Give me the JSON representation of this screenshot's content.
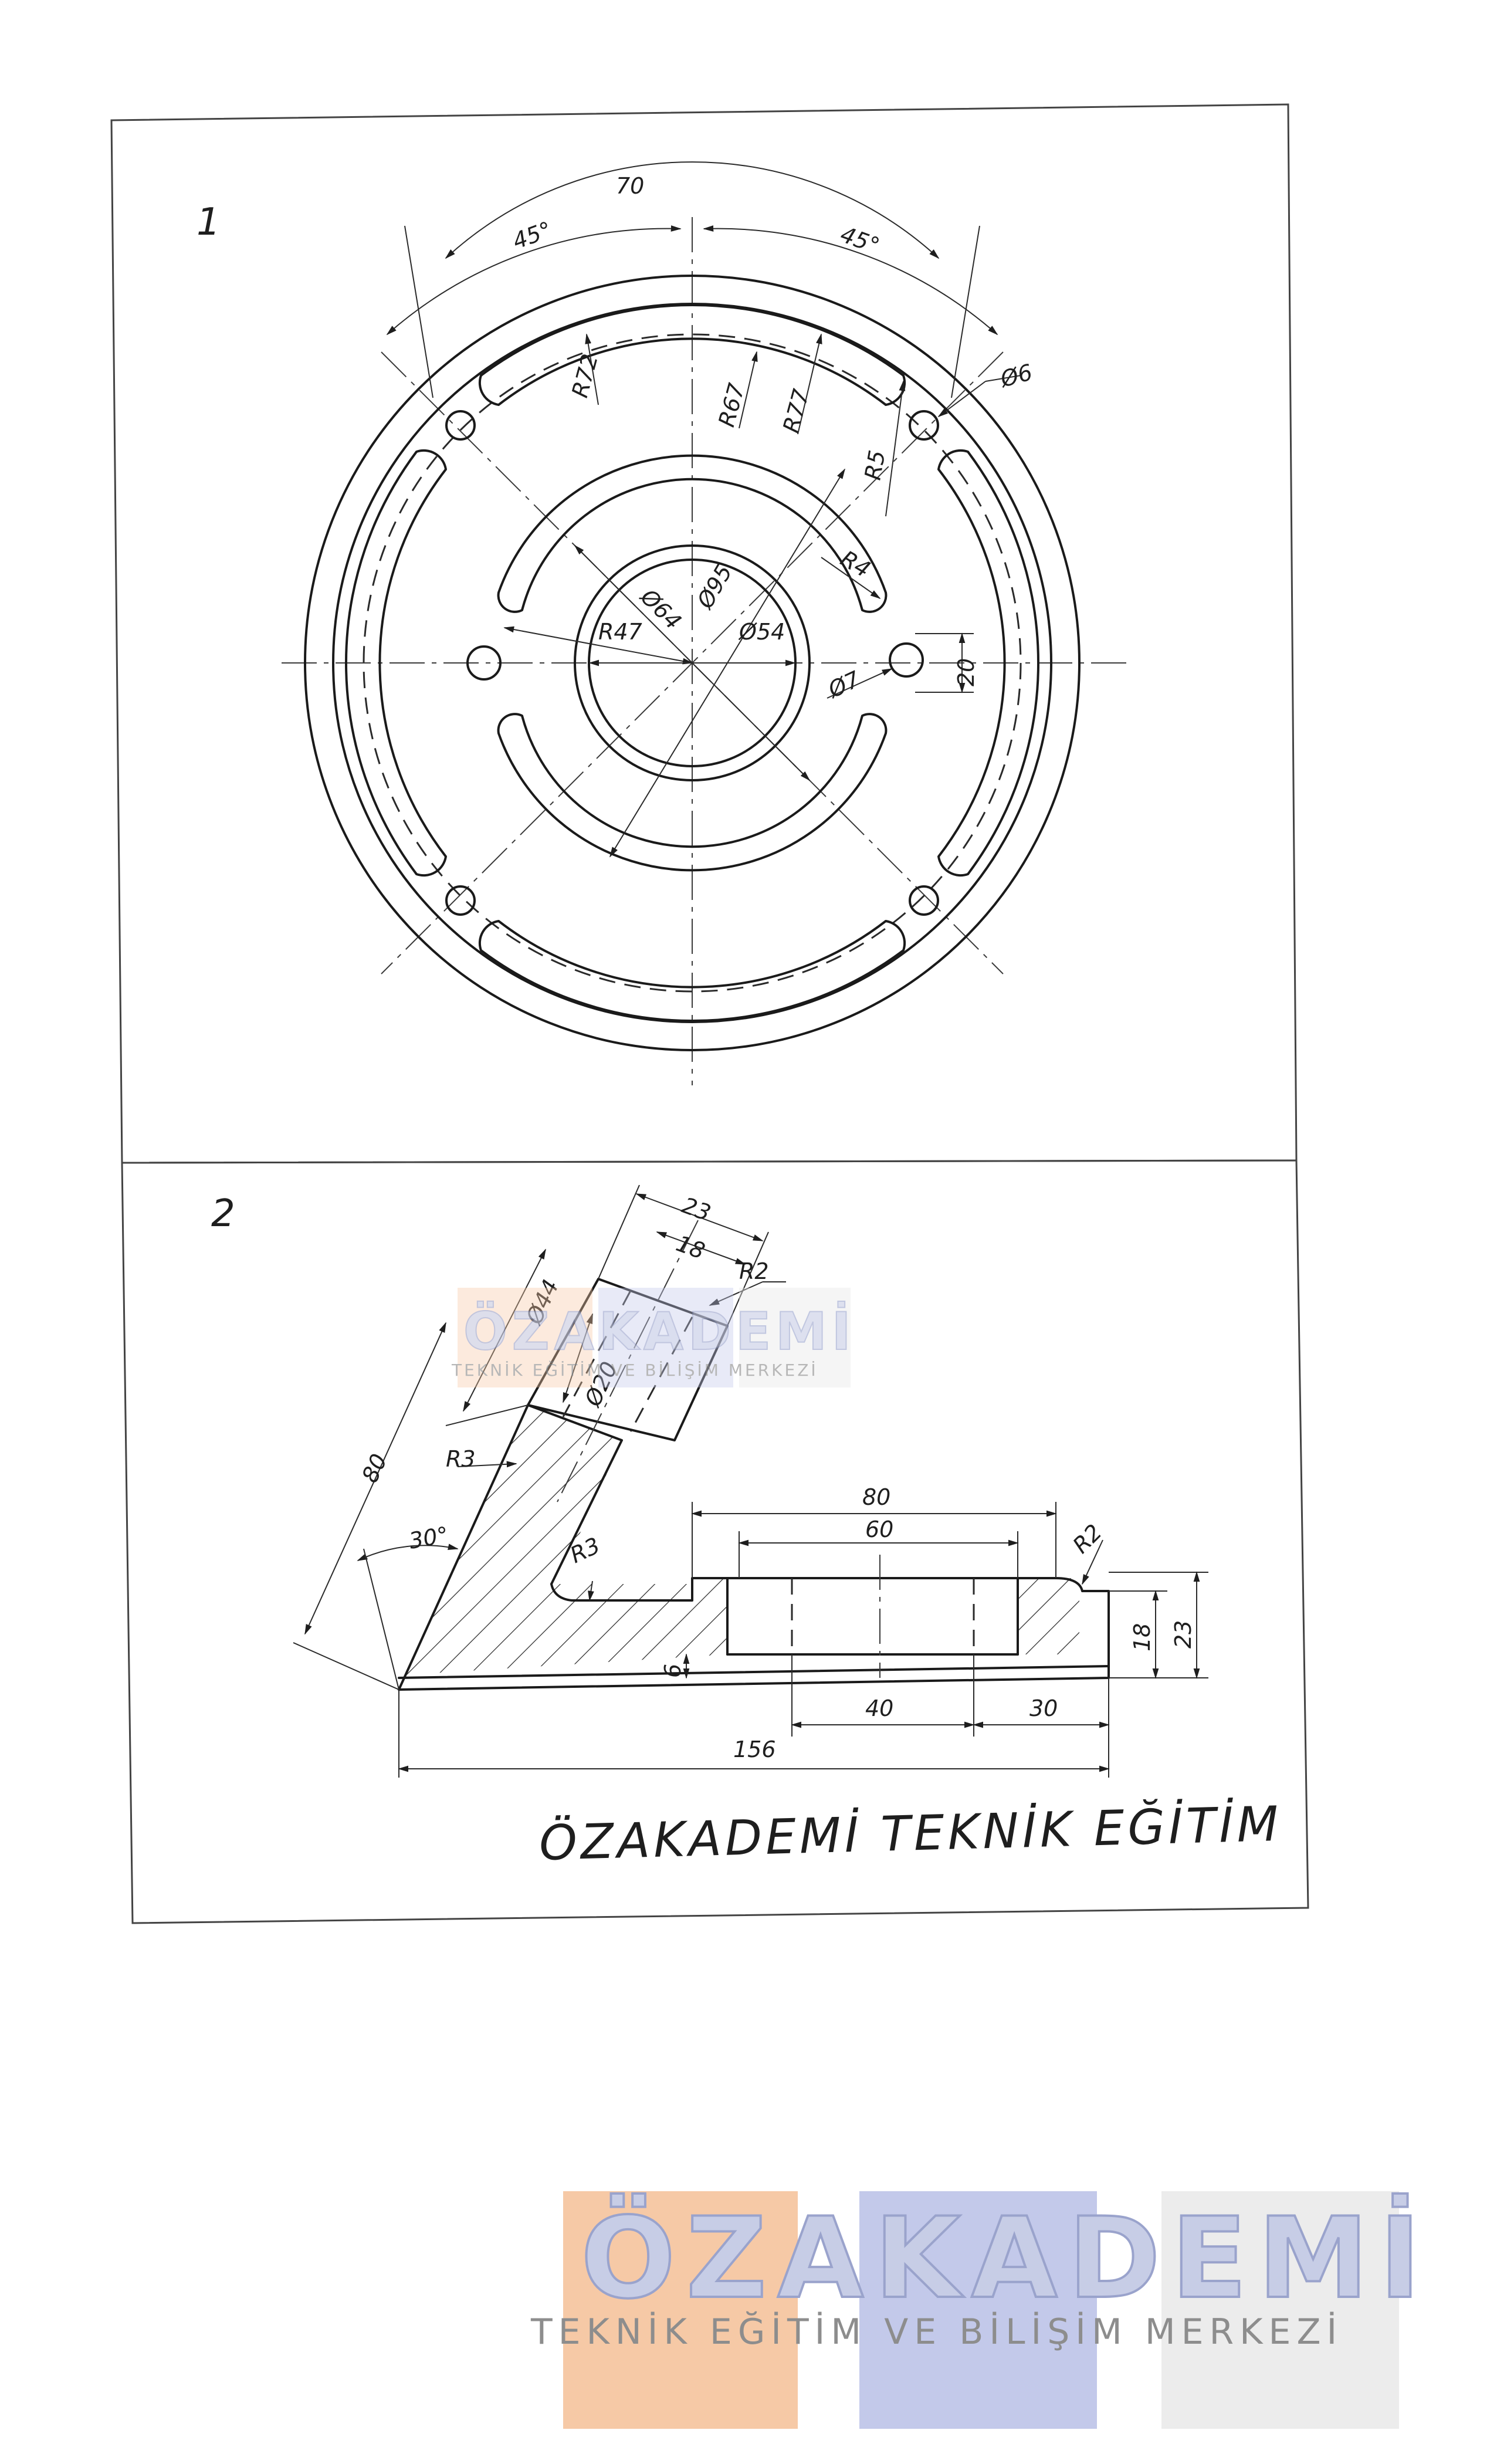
{
  "sheet": {
    "figure1_number": "1",
    "figure2_number": "2",
    "title": "ÖZAKADEMİ TEKNİK EĞİTİM"
  },
  "figure1": {
    "dims": {
      "chord": "70",
      "angle_left": "45°",
      "angle_right": "45°",
      "r72": "R72",
      "r67": "R67",
      "r77": "R77",
      "r5": "R5",
      "d6": "Ø6",
      "r4": "R4",
      "d64": "Ø64",
      "d95": "Ø95",
      "r47": "R47",
      "d54": "Ø54",
      "d7": "Ø7",
      "d20": "20"
    }
  },
  "figure2": {
    "dims": {
      "d23_top": "23",
      "d18_top": "18",
      "r2_top": "R2",
      "d44": "Ø44",
      "d20": "Ø20",
      "d80_slant": "80",
      "r3_upper": "R3",
      "angle30": "30°",
      "r3_lower": "R3",
      "d80_top": "80",
      "d60": "60",
      "r2_right": "R2",
      "d23_right": "23",
      "d18_right": "18",
      "d6": "6",
      "d40": "40",
      "d30": "30",
      "d156": "156"
    }
  },
  "watermark": {
    "brand": "ÖZAKADEMİ",
    "tagline": "TEKNİK EĞİTİM VE BİLİŞİM MERKEZİ",
    "colors": {
      "orange": "#f6c9a6",
      "blue": "#c3c9ea",
      "gray": "#e8e8e8"
    }
  }
}
